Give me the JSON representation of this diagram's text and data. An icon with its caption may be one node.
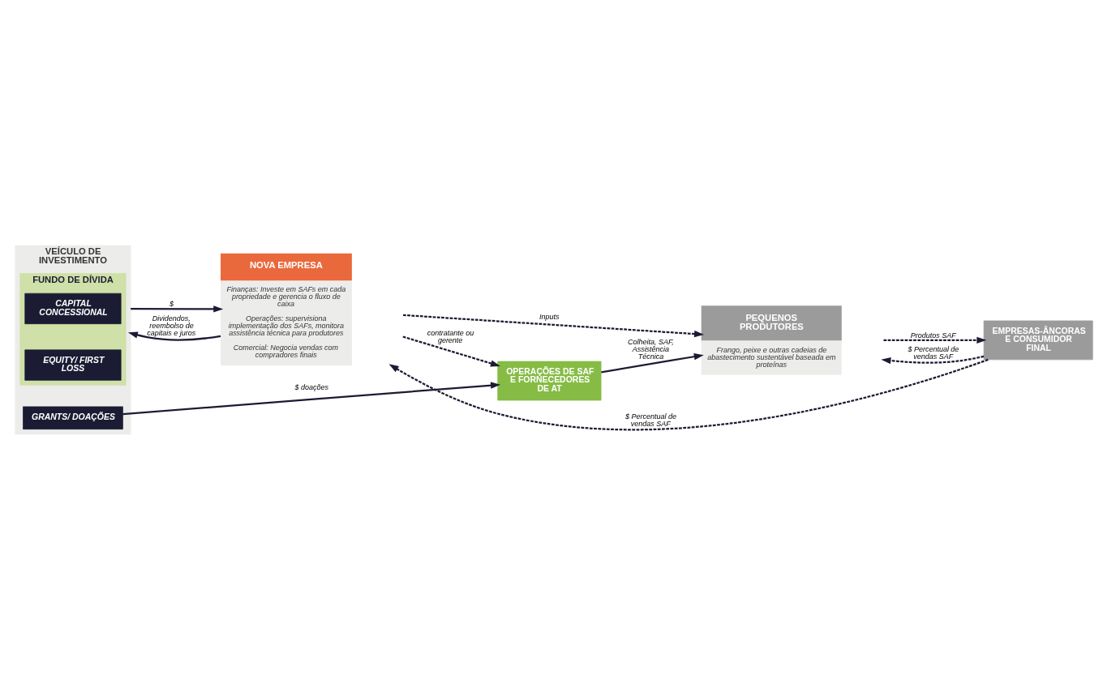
{
  "diagram": {
    "nodes": [
      {
        "text": [
          "VEÍCULO DE INVESTIMENTO"
        ]
      },
      {
        "text": [
          "FUNDO DE DÍVIDA"
        ],
        "in": 0
      },
      {
        "text": [
          "CAPITAL CONCESSIONAL"
        ],
        "in": 1
      },
      {
        "text": [
          "EQUITY/ FIRST LOSS"
        ],
        "in": 1
      },
      {
        "text": [
          "GRANTS/ DOAÇÕES"
        ],
        "in": 0
      },
      {
        "text": [
          "NOVA EMPRESA",
          "Finanças: Investe em SAFs em cada propriedade e gerencia o fluxo de caixa",
          "Operações: supervisiona implementação dos SAFs, monitora assistência técnica para produtores",
          "Comercial: Negocia vendas com compradores finais"
        ]
      },
      {
        "text": [
          "PEQUENOS PRODUTORES",
          "Frango, peixe e outras cadeias de abastecimento sustentável baseada em proteínas"
        ]
      },
      {
        "text": [
          "OPERAÇÕES DE SAF E FORNECEDORES DE AT"
        ]
      },
      {
        "text": [
          "EMPRESAS-ÂNCORAS E CONSUMIDOR FINAL"
        ]
      }
    ],
    "edges": [
      {
        "from": 0,
        "to": 5,
        "arrow": "to",
        "label": "$"
      },
      {
        "from": 5,
        "to": 0,
        "arrow": "to",
        "label": "Dividendos, reembolso de capitais e juros"
      },
      {
        "from": 5,
        "to": 6,
        "arrow": "to",
        "label": "Inputs",
        "style": "dashed"
      },
      {
        "from": 4,
        "to": 7,
        "arrow": "to",
        "label": "$ doações"
      },
      {
        "from": 5,
        "to": 7,
        "arrow": "to",
        "label": "contratante ou gerente",
        "style": "dashed"
      },
      {
        "from": 7,
        "to": 6,
        "arrow": "to",
        "label": "Colheita, SAF, Assistência Técnica"
      },
      {
        "from": 6,
        "to": 8,
        "arrow": "to",
        "label": "Produtos SAF",
        "style": "dashed"
      },
      {
        "from": 8,
        "to": 6,
        "arrow": "to",
        "label": "$ Percentual de vendas SAF",
        "style": "dashed"
      },
      {
        "from": 8,
        "to": 5,
        "arrow": "to",
        "label": "$ Percentual de vendas SAF",
        "style": "dashed"
      }
    ]
  }
}
